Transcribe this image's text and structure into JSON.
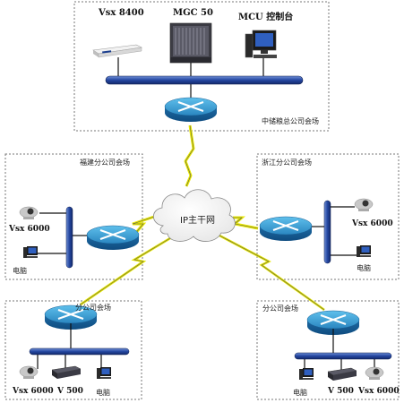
{
  "hq": {
    "name": "中储粮总公司会场",
    "device_vsx8400": "Vsx 8400",
    "device_mgc50": "MGC 50",
    "device_mcu_console": "MCU 控制台"
  },
  "backbone": {
    "label": "IP主干网"
  },
  "fujian": {
    "name": "福建分公司会场",
    "terminal": "Vsx 6000",
    "pc": "电脑"
  },
  "zhejiang": {
    "name": "浙江分公司会场",
    "terminal": "Vsx 6000",
    "pc": "电脑"
  },
  "branch_left": {
    "name": "分公司会场",
    "terminal": "Vsx 6000",
    "v500": "V 500",
    "pc": "电脑"
  },
  "branch_right": {
    "name": "分公司会场",
    "pc": "电脑",
    "v500": "V 500",
    "terminal": "Vsx 6000"
  },
  "colors": {
    "router": "#2f93c9",
    "bus": "#1c3f8f",
    "link": "#e8e800",
    "box_border": "#777777"
  }
}
